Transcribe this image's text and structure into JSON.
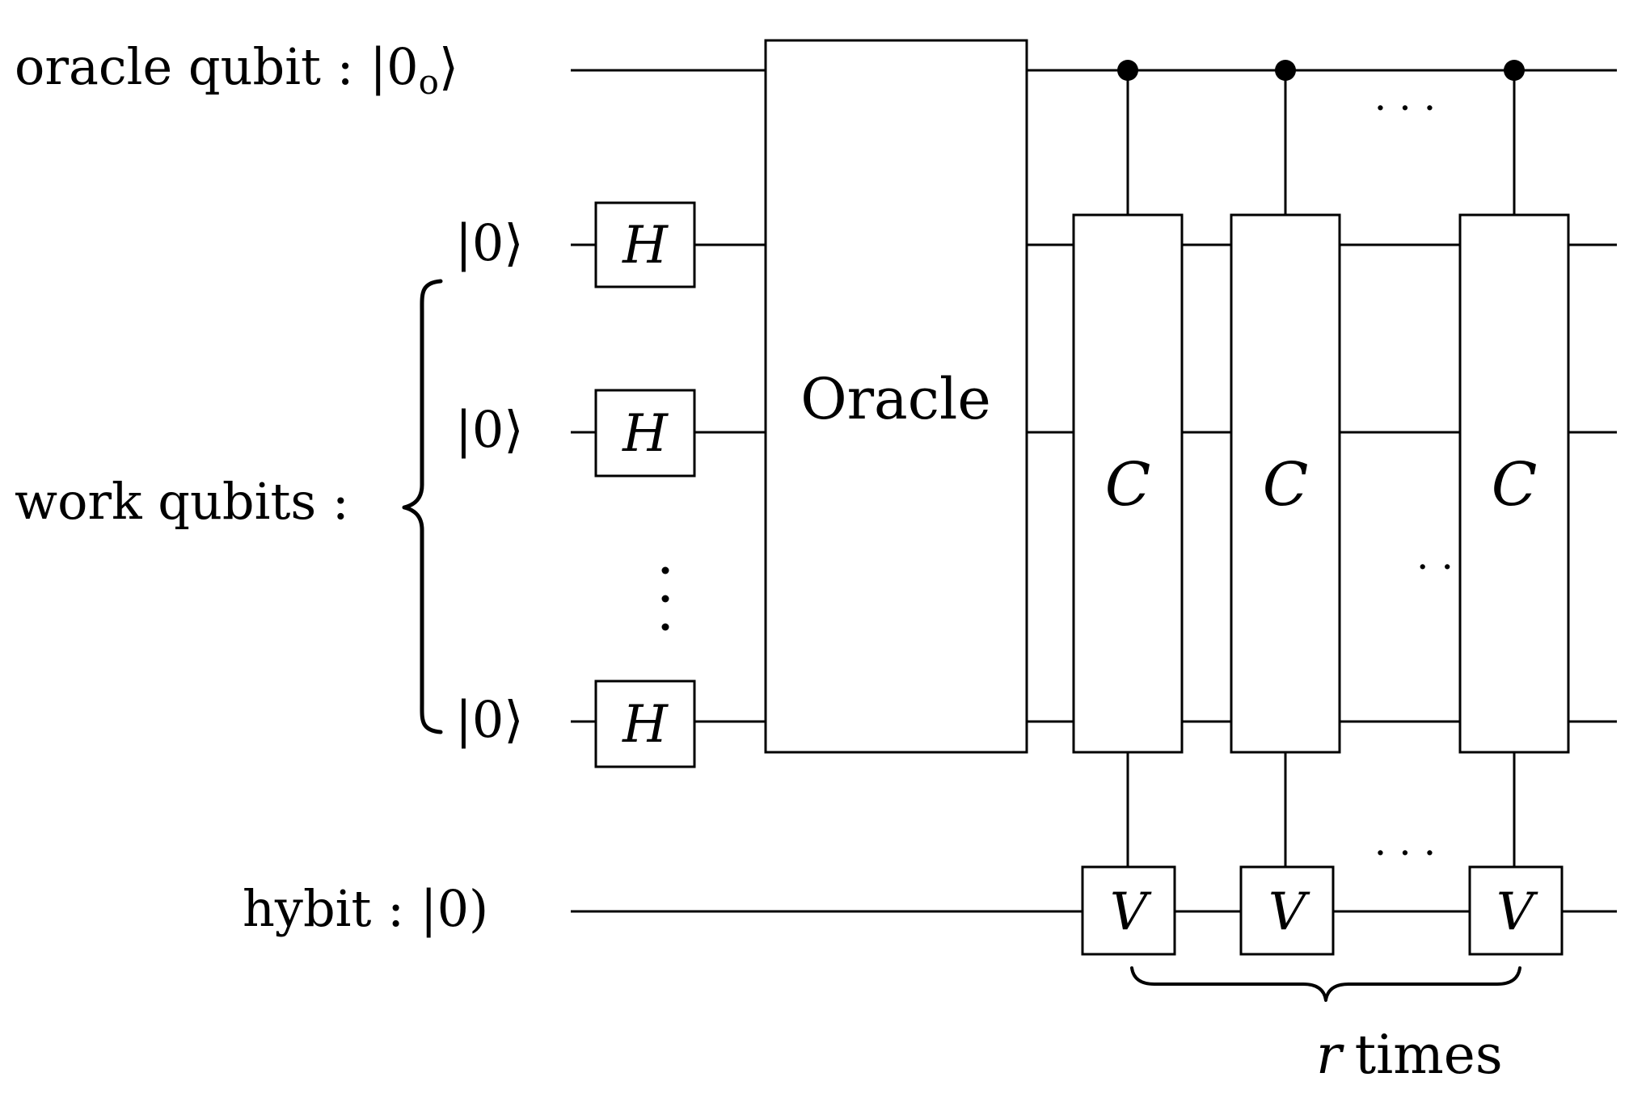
{
  "labels": {
    "oracle_qubit": "oracle qubit : |0",
    "oracle_qubit_sub": "o",
    "oracle_qubit_close": "⟩",
    "work_qubits": "work qubits :",
    "ket0": "|0⟩",
    "hybit": "hybit : |0)"
  },
  "gates": {
    "h": "H",
    "oracle": "Oracle",
    "c": "C",
    "v": "V"
  },
  "ellipsis": {
    "vertical": "⋮",
    "horizontal": "· · ·",
    "horizontal_partial": "· ·"
  },
  "repeat": {
    "r": "r",
    "times": "times"
  }
}
